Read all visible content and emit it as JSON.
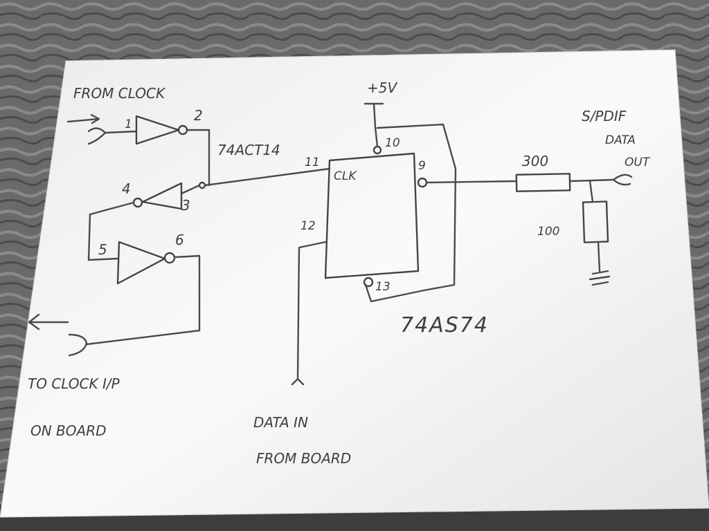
{
  "labels": {
    "from_clock": "FROM CLOCK",
    "pin1": "1",
    "pin2": "2",
    "ic_inverter": "74ACT14",
    "pin3": "3",
    "pin4": "4",
    "pin5": "5",
    "pin6": "6",
    "to_clock_line1": "TO CLOCK I/P",
    "to_clock_line2": "ON BOARD",
    "supply": "+5V",
    "pin10": "10",
    "pin11": "11",
    "clk": "CLK",
    "pin9": "9",
    "pin12": "12",
    "pin13": "13",
    "ic_flipflop": "74AS74",
    "data_in_line1": "DATA IN",
    "data_in_line2": "FROM BOARD",
    "spdif_line1": "S/PDIF",
    "spdif_line2": "DATA",
    "spdif_line3": "OUT",
    "r1_value": "300",
    "r2_value": "100"
  },
  "colors": {
    "paper": "#f4f4f2",
    "ink": "#444444",
    "background": "#5d5d5d"
  }
}
